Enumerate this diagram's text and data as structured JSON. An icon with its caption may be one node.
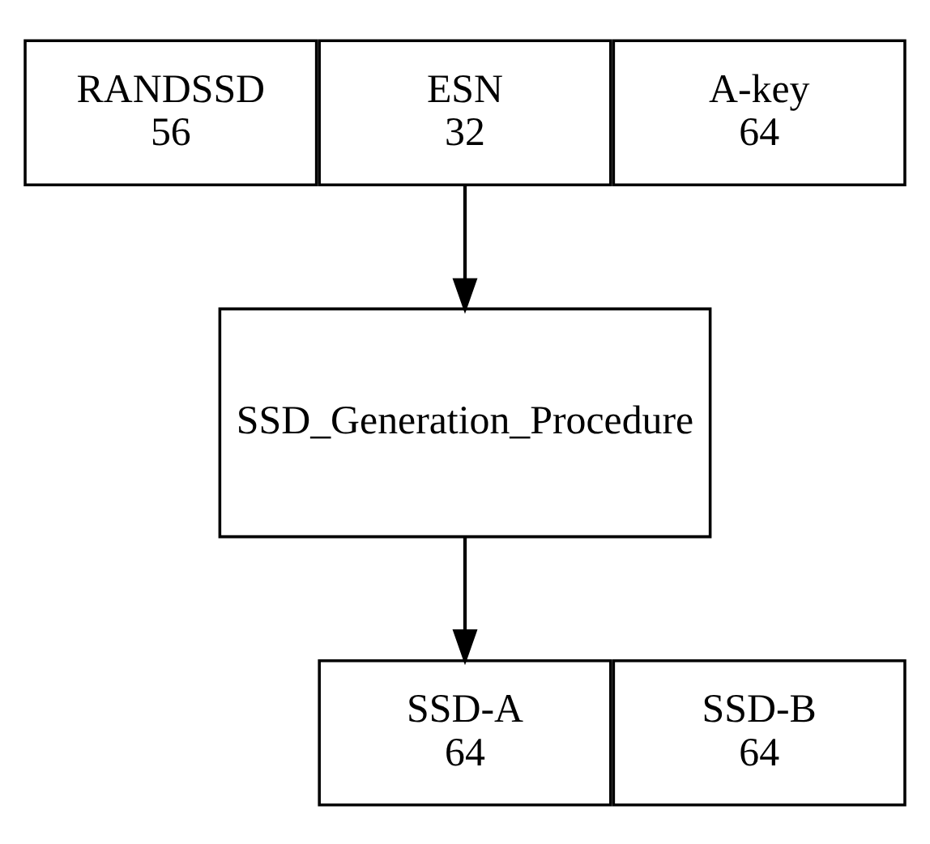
{
  "diagram": {
    "nodes": [
      {
        "text": [
          "RANDSSD",
          "56"
        ]
      },
      {
        "text": [
          "ESN",
          "32"
        ]
      },
      {
        "text": [
          "A-key",
          "64"
        ]
      },
      {
        "text": [
          "SSD_Generation_Procedure"
        ]
      },
      {
        "text": [
          "SSD-A",
          "64"
        ]
      },
      {
        "text": [
          "SSD-B",
          "64"
        ]
      }
    ],
    "edges": [
      {
        "from": 1,
        "to": 3,
        "arrow": "to"
      },
      {
        "from": 3,
        "to": 4,
        "arrow": "to"
      }
    ]
  }
}
